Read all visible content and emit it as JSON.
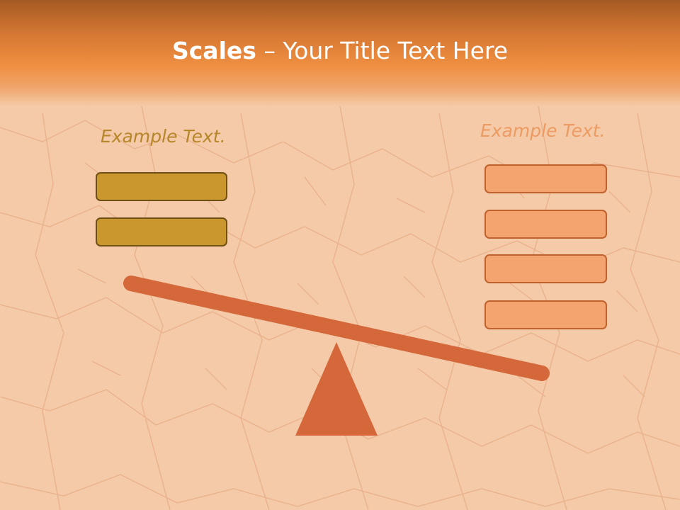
{
  "title": {
    "bold": "Scales",
    "rest": " – Your Title Text Here"
  },
  "left_panel": {
    "label": "Example Text.",
    "boxes": 2
  },
  "right_panel": {
    "label": "Example Text.",
    "boxes": 4
  },
  "colors": {
    "title_band": "#ef8f41",
    "left_box_fill": "#c9972e",
    "left_box_border": "#6e4f14",
    "right_box_fill": "#f4a46e",
    "right_box_border": "#c0622d",
    "scale_beam": "#d4683a",
    "fulcrum": "#d4683a",
    "background": "#f4c9a6"
  }
}
